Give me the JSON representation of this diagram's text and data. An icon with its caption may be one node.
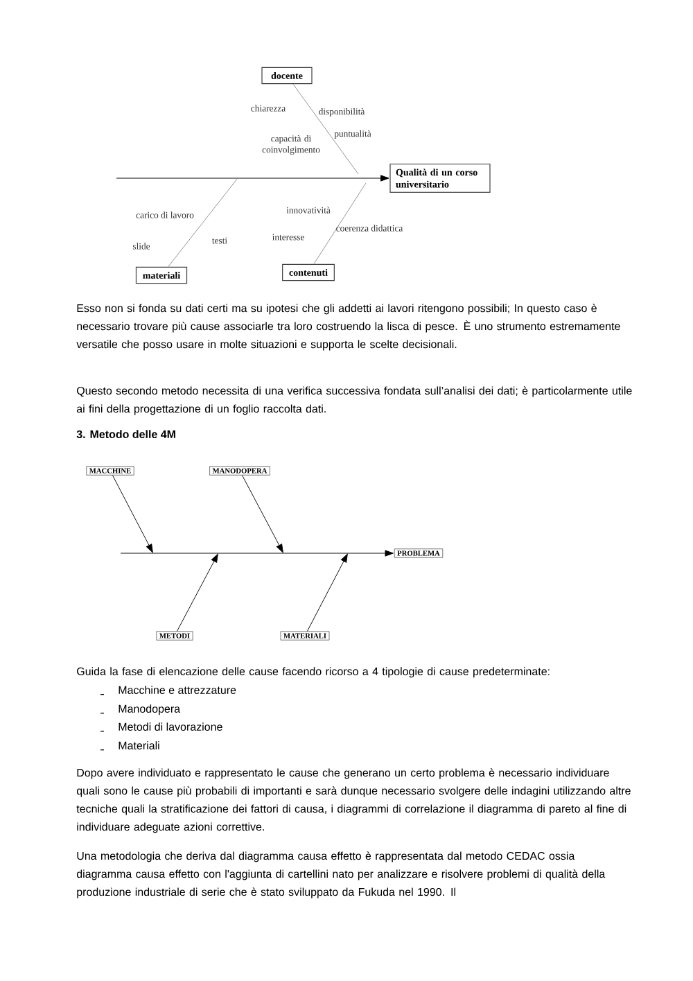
{
  "diagram": {
    "nodes": [
      {
        "text": [
          "docente"
        ]
      },
      {
        "text": [
          "Qualità di un corso universitario"
        ]
      },
      {
        "text": [
          "materiali"
        ]
      },
      {
        "text": [
          "contenuti"
        ]
      },
      {
        "text": [
          "MACCHINE"
        ]
      },
      {
        "text": [
          "MANODOPERA"
        ]
      },
      {
        "text": [
          "PROBLEMA"
        ]
      },
      {
        "text": [
          "METODI"
        ]
      },
      {
        "text": [
          "MATERIALI"
        ]
      }
    ],
    "edges": [
      {
        "from": null,
        "to": 1,
        "arrow": "to"
      },
      {
        "from": 0,
        "to": null,
        "arrow": "none",
        "color": "#8c8c8c"
      },
      {
        "from": 2,
        "to": null,
        "arrow": "none",
        "color": "#8c8c8c"
      },
      {
        "from": 3,
        "to": null,
        "arrow": "none",
        "color": "#8c8c8c"
      },
      {
        "from": null,
        "to": 6,
        "arrow": "to"
      },
      {
        "from": 4,
        "to": null,
        "arrow": "to"
      },
      {
        "from": 5,
        "to": null,
        "arrow": "to"
      },
      {
        "from": 7,
        "to": null,
        "arrow": "to"
      },
      {
        "from": 8,
        "to": null,
        "arrow": "to"
      }
    ],
    "labels": [
      "chiarezza",
      "disponibilità",
      "puntualità",
      "capacità di coinvolgimento",
      "carico di lavoro",
      "slide",
      "testi",
      "innovatività",
      "interesse",
      "coerenza didattica",
      "Esso non si fonda su dati certi ma su ipotesi che gli addetti ai lavori ritengono possibili; In questo caso è necessario trovare più cause associarle tra loro costruendo la lisca di pesce. È uno strumento estremamente versatile che posso usare in molte situazioni e supporta le scelte decisionali.",
      "Questo secondo metodo necessita di una verifica successiva fondata sull’analisi dei dati; è particolarmente utile ai fini della progettazione di un foglio raccolta dati.",
      "3. Metodo delle 4M",
      "Guida la fase di elencazione delle cause facendo ricorso a 4 tipologie di cause predeterminate:",
      "Macchine e attrezzature",
      "Manodopera",
      "Metodi di lavorazione",
      "Materiali",
      "Dopo avere individuato e rappresentato le cause che generano un certo problema è necessario individuare quali sono le cause più probabili di importanti e sarà dunque necessario svolgere delle indagini utilizzando altre tecniche quali la stratificazione dei fattori di causa, i diagrammi di correlazione il diagramma di pareto al fine di individuare adeguate azioni correttive.",
      "Una metodologia che deriva dal diagramma causa effetto è rappresentata dal metodo CEDAC ossia diagramma causa effetto con l'aggiunta di cartellini nato per analizzare e risolvere problemi di qualità della produzione industriale di serie che è stato sviluppato da Fukuda nel 1990. Il"
    ]
  }
}
